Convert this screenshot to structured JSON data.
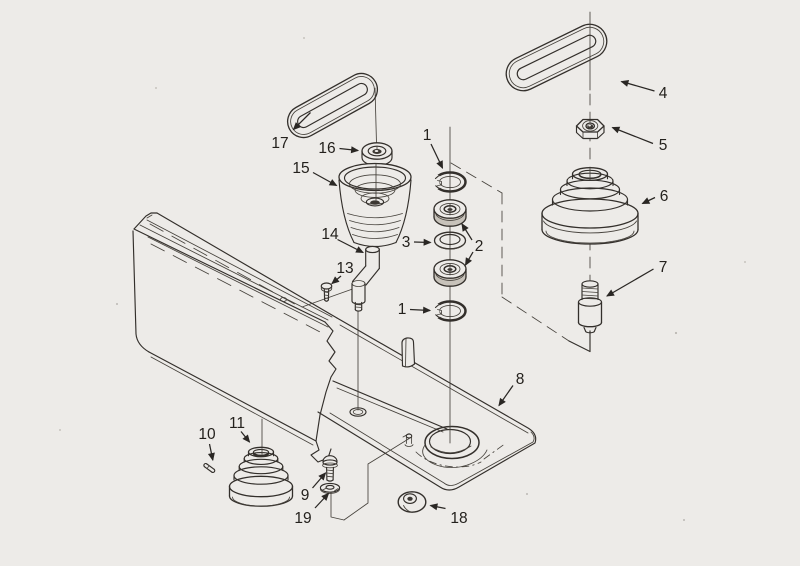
{
  "figure": {
    "paper_color": "#edebe8",
    "ink_color": "#332f2b"
  },
  "callouts": {
    "one_top": {
      "label": "1"
    },
    "two": {
      "label": "2"
    },
    "three": {
      "label": "3"
    },
    "one_bottom": {
      "label": "1"
    },
    "four": {
      "label": "4"
    },
    "five": {
      "label": "5"
    },
    "six": {
      "label": "6"
    },
    "seven": {
      "label": "7"
    },
    "eight": {
      "label": "8"
    },
    "nine": {
      "label": "9"
    },
    "ten": {
      "label": "10"
    },
    "eleven": {
      "label": "11"
    },
    "thirteen": {
      "label": "13"
    },
    "fourteen": {
      "label": "14"
    },
    "fifteen": {
      "label": "15"
    },
    "sixteen": {
      "label": "16"
    },
    "seventeen": {
      "label": "17"
    },
    "eighteen": {
      "label": "18"
    },
    "nineteen": {
      "label": "19"
    }
  }
}
